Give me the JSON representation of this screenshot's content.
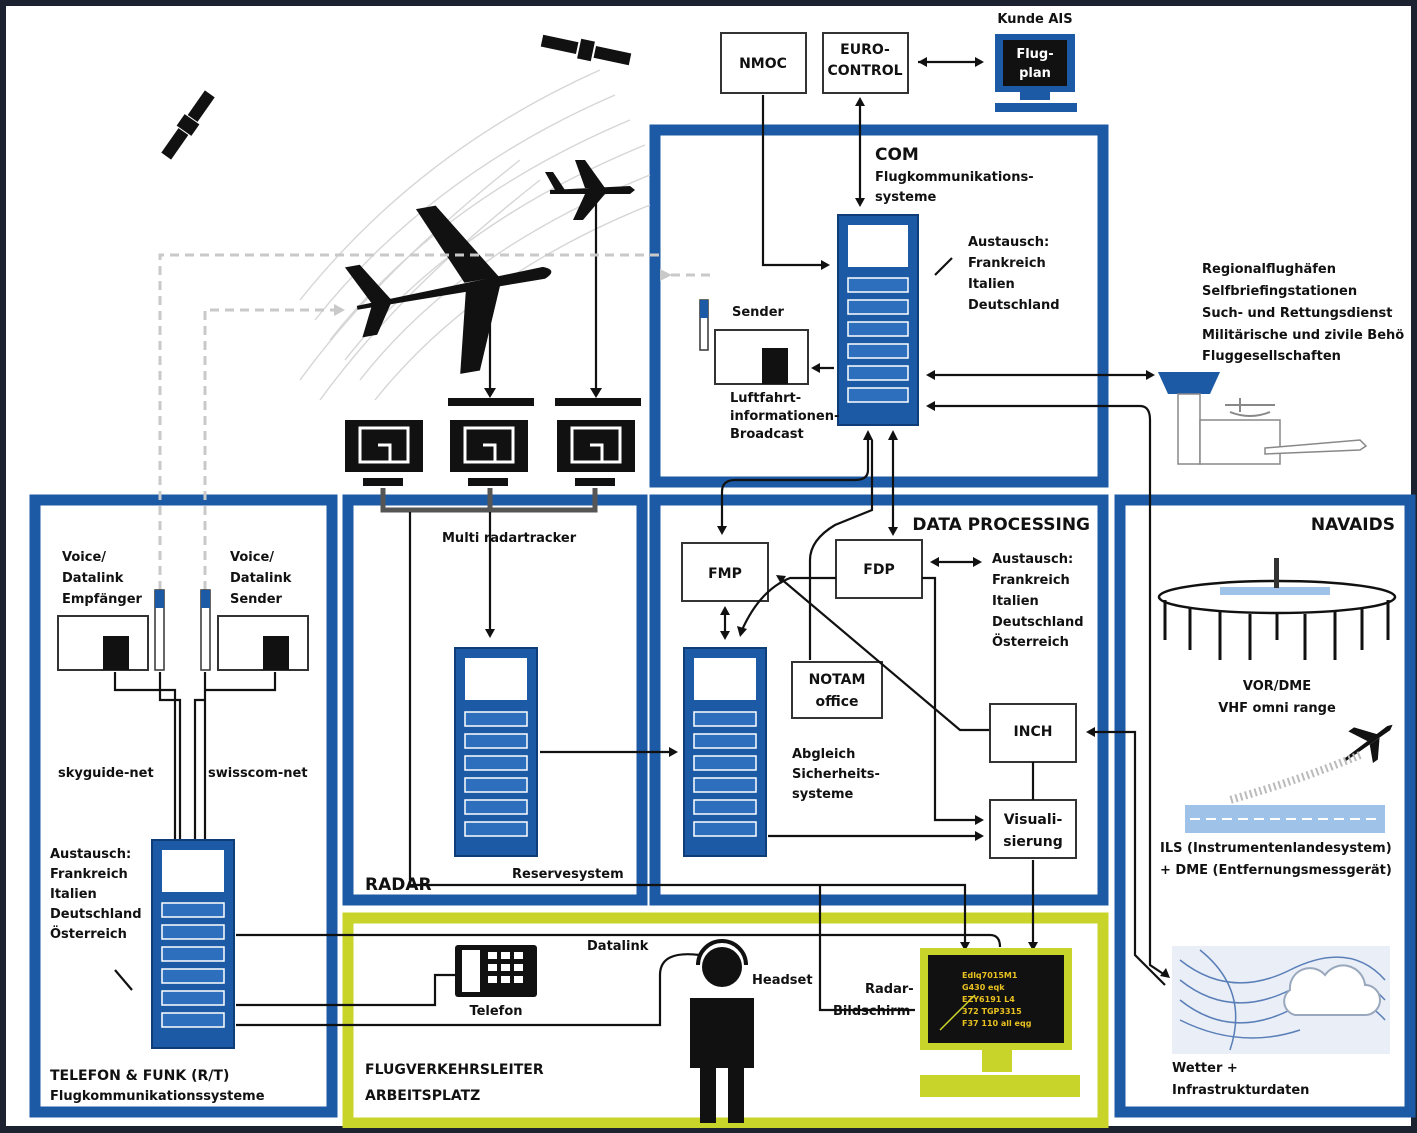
{
  "header": {
    "kunde_ais": "Kunde AIS",
    "flugplan_l1": "Flug-",
    "flugplan_l2": "plan"
  },
  "top_boxes": {
    "nmoc": "NMOC",
    "eurocontrol_l1": "EURO-",
    "eurocontrol_l2": "CONTROL"
  },
  "com": {
    "title": "COM",
    "subtitle_l1": "Flugkommunikations-",
    "subtitle_l2": "systeme",
    "austausch": [
      "Austausch:",
      "Frankreich",
      "Italien",
      "Deutschland"
    ],
    "sender": "Sender",
    "broadcast": [
      "Luftfahrt-",
      "informationen-",
      "Broadcast"
    ]
  },
  "regional": [
    "Regionalflughäfen",
    "Selfbriefingstationen",
    "Such- und Rettungsdienst",
    "Militärische und zivile Behö",
    "Fluggesellschaften"
  ],
  "radar": {
    "title": "RADAR",
    "multi": "Multi radartracker",
    "reserve": "Reservesystem"
  },
  "data_processing": {
    "title": "DATA PROCESSING",
    "fmp": "FMP",
    "fdp": "FDP",
    "austausch": [
      "Austausch:",
      "Frankreich",
      "Italien",
      "Deutschland",
      "Österreich"
    ],
    "notam_l1": "NOTAM",
    "notam_l2": "office",
    "abgleich": [
      "Abgleich",
      "Sicherheits-",
      "systeme"
    ],
    "inch": "INCH",
    "visual_l1": "Visuali-",
    "visual_l2": "sierung"
  },
  "navaids": {
    "title": "NAVAIDS",
    "vor_l1": "VOR/DME",
    "vor_l2": "VHF omni range",
    "ils_l1": "ILS (Instrumentenlandesystem)",
    "ils_l2": "+ DME (Entfernungsmessgerät)",
    "wetter_l1": "Wetter +",
    "wetter_l2": "Infrastrukturdaten"
  },
  "telefon_funk": {
    "title": "TELEFON & FUNK (R/T)",
    "subtitle": "Flugkommunikationssysteme",
    "empf": [
      "Voice/",
      "Datalink",
      "Empfänger"
    ],
    "send": [
      "Voice/",
      "Datalink",
      "Sender"
    ],
    "skyguide": "skyguide-net",
    "swisscom": "swisscom-net",
    "austausch": [
      "Austausch:",
      "Frankreich",
      "Italien",
      "Deutschland",
      "Österreich"
    ]
  },
  "workplace": {
    "title_l1": "FLUGVERKEHRSLEITER",
    "title_l2": "ARBEITSPLATZ",
    "datalink": "Datalink",
    "headset": "Headset",
    "telefon": "Telefon",
    "radar_l1": "Radar-",
    "radar_l2": "Bildschirm",
    "screen": [
      "Edlq7015M1",
      "G430 eqk",
      "EZY6191 L4",
      "372 TGP3315",
      "F37 110 all eqg"
    ]
  },
  "colors": {
    "frame_blue": "#1c5aa6",
    "workplace_yellow": "#c9d42a",
    "background": "#ffffff"
  }
}
